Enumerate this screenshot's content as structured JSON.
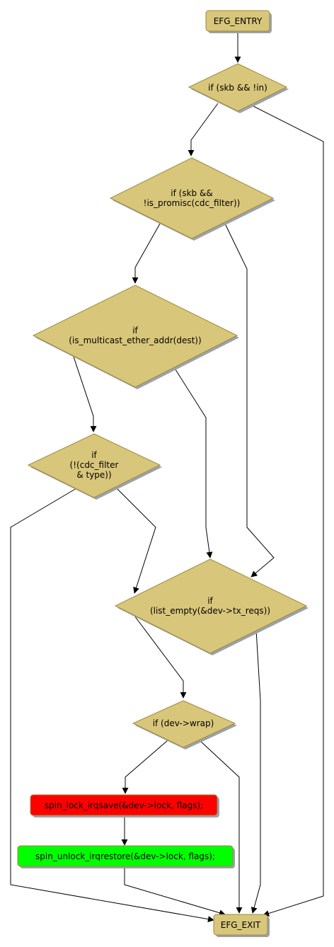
{
  "colors": {
    "node_fill": "#d8c67a",
    "node_stroke": "#a08a3c",
    "shadow": "#9aa2ad",
    "lock_fill": "#ff0000",
    "unlock_fill": "#00ff00",
    "edge": "#000000"
  },
  "nodes": {
    "entry": {
      "lines": [
        "EFG_ENTRY"
      ]
    },
    "cond_skb_in": {
      "lines": [
        "if (skb && !in)"
      ]
    },
    "cond_promisc": {
      "lines": [
        "if (skb &&",
        "!is_promisc(cdc_filter))"
      ]
    },
    "cond_multicast": {
      "lines": [
        "if",
        "(is_multicast_ether_addr(dest))"
      ]
    },
    "cond_filter_type": {
      "lines": [
        "if",
        "(!(cdc_filter",
        "& type))"
      ]
    },
    "cond_list_empty": {
      "lines": [
        "if",
        "(list_empty(&dev->tx_reqs))"
      ]
    },
    "cond_wrap": {
      "lines": [
        "if (dev->wrap)"
      ]
    },
    "lock": {
      "lines": [
        "spin_lock_irqsave(&dev->lock, flags);"
      ]
    },
    "unlock": {
      "lines": [
        "spin_unlock_irqrestore(&dev->lock, flags);"
      ]
    },
    "exit": {
      "lines": [
        "EFG_EXIT"
      ]
    }
  }
}
